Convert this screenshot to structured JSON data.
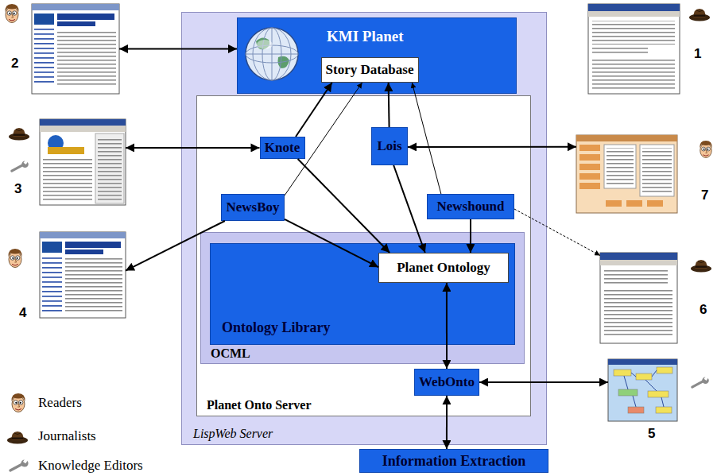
{
  "diagram": {
    "nodes": [
      {
        "text": [
          "LispWeb Server"
        ]
      },
      {
        "text": [
          "KMI Planet"
        ],
        "in": 0
      },
      {
        "text": [
          "Story Database"
        ],
        "in": 1
      },
      {
        "text": [
          "Planet Onto Server"
        ],
        "in": 0
      },
      {
        "text": [
          "Knote"
        ],
        "in": 3
      },
      {
        "text": [
          "Lois"
        ],
        "in": 3
      },
      {
        "text": [
          "NewsBoy"
        ],
        "in": 3
      },
      {
        "text": [
          "Newshound"
        ],
        "in": 3
      },
      {
        "text": [
          "OCML"
        ],
        "in": 3
      },
      {
        "text": [
          "Ontology Library"
        ],
        "in": 8
      },
      {
        "text": [
          "Planet Ontology"
        ],
        "in": 9
      },
      {
        "text": [
          "WebOnto"
        ],
        "in": 3
      },
      {
        "text": [
          "Information Extraction"
        ]
      },
      {
        "text": [
          "1"
        ]
      },
      {
        "text": [
          "2"
        ]
      },
      {
        "text": [
          "3"
        ]
      },
      {
        "text": [
          "4"
        ]
      },
      {
        "text": [
          "5"
        ]
      },
      {
        "text": [
          "6"
        ]
      },
      {
        "text": [
          "7"
        ]
      }
    ],
    "edges": [
      {
        "from": 14,
        "to": 1,
        "arrow": "both"
      },
      {
        "from": 15,
        "to": 4,
        "arrow": "both"
      },
      {
        "from": 6,
        "to": 16,
        "arrow": "to"
      },
      {
        "from": 5,
        "to": 19,
        "arrow": "both"
      },
      {
        "from": 7,
        "to": 18,
        "arrow": "to"
      },
      {
        "from": 11,
        "to": 17,
        "arrow": "both"
      },
      {
        "from": 4,
        "to": 2,
        "arrow": "to"
      },
      {
        "from": 5,
        "to": 2,
        "arrow": "to"
      },
      {
        "from": 6,
        "to": 2,
        "arrow": "to"
      },
      {
        "from": 7,
        "to": 2,
        "arrow": "to"
      },
      {
        "from": 4,
        "to": 10,
        "arrow": "to"
      },
      {
        "from": 5,
        "to": 10,
        "arrow": "to"
      },
      {
        "from": 6,
        "to": 10,
        "arrow": "to"
      },
      {
        "from": 7,
        "to": 10,
        "arrow": "to"
      },
      {
        "from": 10,
        "to": 11,
        "arrow": "both"
      },
      {
        "from": 11,
        "to": 12,
        "arrow": "both"
      }
    ],
    "legend": [
      {
        "text": "Readers"
      },
      {
        "text": "Journalists"
      },
      {
        "text": "Knowledge Editors"
      }
    ]
  }
}
